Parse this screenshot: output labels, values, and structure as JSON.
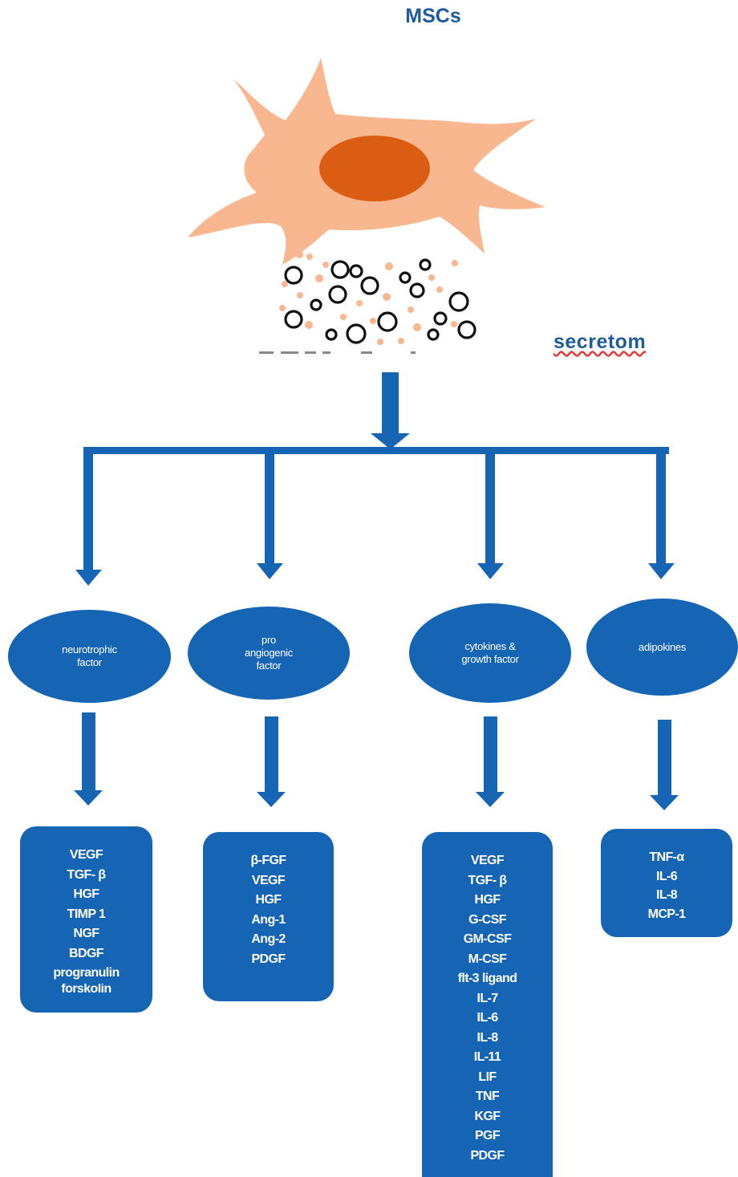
{
  "title": "MSCs",
  "secretome_label": "secretom",
  "colors": {
    "primary": "#1565b4",
    "title": "#1e5b9c",
    "cell_body": "#f8b78e",
    "nucleus": "#db5d13",
    "spellcheck": "#e53935"
  },
  "categories": [
    {
      "label": "neurotrophic\nfactor",
      "factors": [
        "VEGF",
        "TGF- β",
        "HGF",
        "TIMP 1",
        "NGF",
        "BDGF",
        "progranulin",
        "forskolin"
      ]
    },
    {
      "label": "pro\nangiogenic\nfactor",
      "factors": [
        "β-FGF",
        "VEGF",
        "HGF",
        "Ang-1",
        "Ang-2",
        "PDGF"
      ]
    },
    {
      "label": "cytokines &\ngrowth factor",
      "factors": [
        "VEGF",
        "TGF- β",
        "HGF",
        "G-CSF",
        "GM-CSF",
        "M-CSF",
        "flt-3 ligand",
        "IL-7",
        "IL-6",
        "IL-8",
        "IL-11",
        "LIF",
        "TNF",
        "KGF",
        "PGF",
        "PDGF"
      ]
    },
    {
      "label": "adipokines",
      "factors": [
        "TNF-α",
        "IL-6",
        "IL-8",
        "MCP-1"
      ]
    }
  ]
}
